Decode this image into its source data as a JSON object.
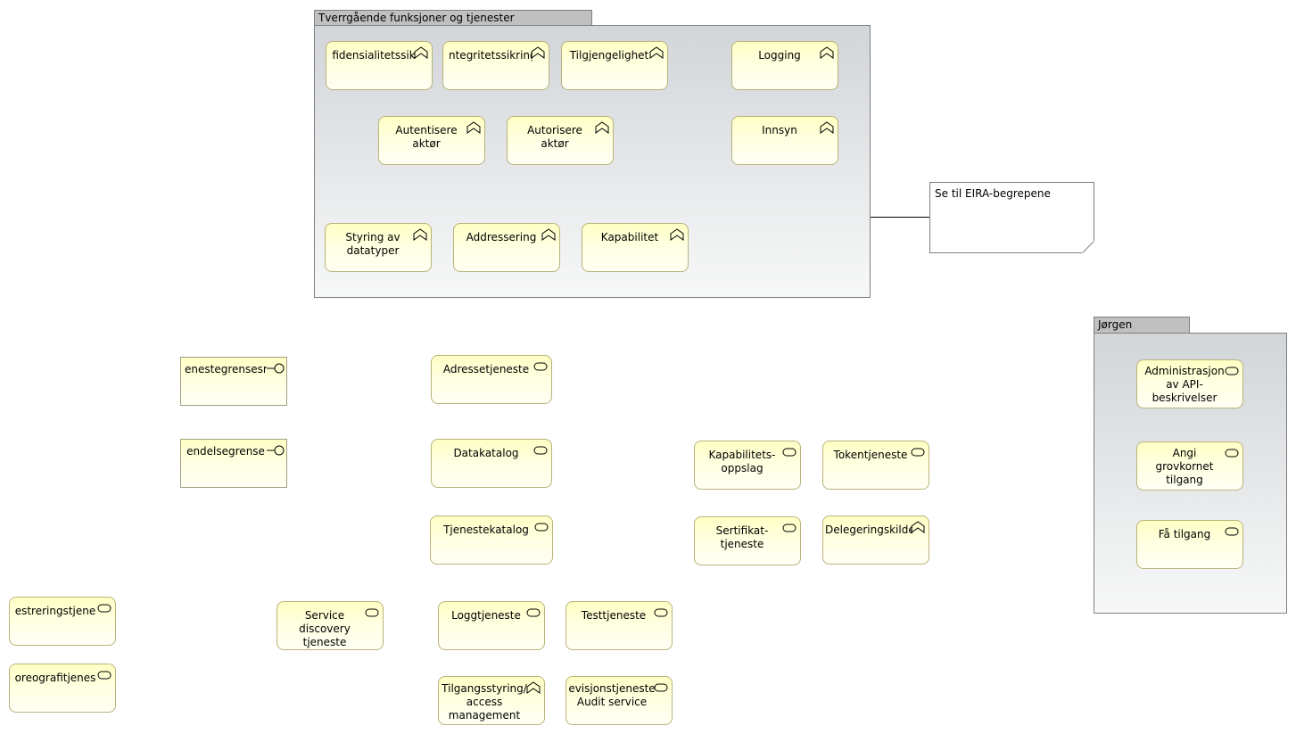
{
  "groups": {
    "cross_cutting": {
      "title": "Tverrgående funksjoner og tjenester"
    },
    "jorgen": {
      "title": "Jørgen"
    }
  },
  "note": {
    "text": "Se til EIRA-begrepene"
  },
  "functions": {
    "konfidensialitet": "fidensialitetssik",
    "integritet": "ntegritetssikring",
    "tilgjengelighet": "Tilgjengelighet",
    "logging": "Logging",
    "autentisere": "Autentisere\naktør",
    "autorisere": "Autorisere\naktør",
    "innsyn": "Innsyn",
    "styring": "Styring av\ndatatyper",
    "addressering": "Addressering",
    "kapabilitet": "Kapabilitet",
    "delegeringskilde": "Delegeringskilde",
    "tilgangsstyring": "Tilgangsstyring/\naccess\nmanagement"
  },
  "interfaces": {
    "tjenestegrensesnitt": "enestegrensesr",
    "hendelsegrensesnitt": "endelsegrense"
  },
  "services": {
    "adressetjeneste": "Adressetjeneste",
    "datakatalog": "Datakatalog",
    "tjenestekatalog": "Tjenestekatalog",
    "kapabilitetsoppslag": "Kapabilitets-\noppslag",
    "tokentjeneste": "Tokentjeneste",
    "sertifikattjeneste": "Sertifikat-\ntjeneste",
    "registreringstjeneste": "estreringstjene",
    "koreografitjeneste": "oreografitjenes",
    "service_discovery": "Service\ndiscovery\ntjeneste",
    "loggtjeneste": "Loggtjeneste",
    "testtjeneste": "Testtjeneste",
    "revisjonstjeneste": "evisjonstjeneste\nAudit service",
    "administrasjon_api": "Administrasjon\nav API-\nbeskrivelser",
    "angi_tilgang": "Angi\ngrovkornet\ntilgang",
    "fa_tilgang": "Få tilgang"
  },
  "icons": {
    "function": "function-chevron-icon",
    "service": "service-pill-icon",
    "interface": "interface-lollipop-icon"
  },
  "colors": {
    "element_fill": "#ffffc4",
    "element_border": "#b9b37a",
    "group_fill": "#d2d5d9",
    "group_tab": "#c0c0c0"
  }
}
